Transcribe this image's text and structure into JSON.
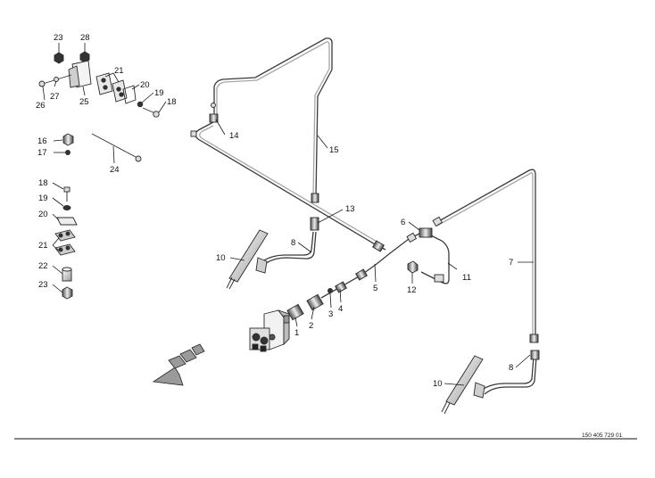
{
  "drawing_code": "150 405 729 01",
  "callouts": {
    "c1": "1",
    "c2": "2",
    "c3": "3",
    "c4": "4",
    "c5": "5",
    "c6": "6",
    "c7": "7",
    "c8a": "8",
    "c8b": "8",
    "c10a": "10",
    "c10b": "10",
    "c11": "11",
    "c12": "12",
    "c13": "13",
    "c14": "14",
    "c15": "15",
    "c16": "16",
    "c17": "17",
    "c18a": "18",
    "c18b": "18",
    "c19a": "19",
    "c19b": "19",
    "c20a": "20",
    "c20b": "20",
    "c21a": "21",
    "c21b": "21",
    "c22": "22",
    "c23a": "23",
    "c23b": "23",
    "c24": "24",
    "c25": "25",
    "c26": "26",
    "c27": "27",
    "c28": "28"
  }
}
